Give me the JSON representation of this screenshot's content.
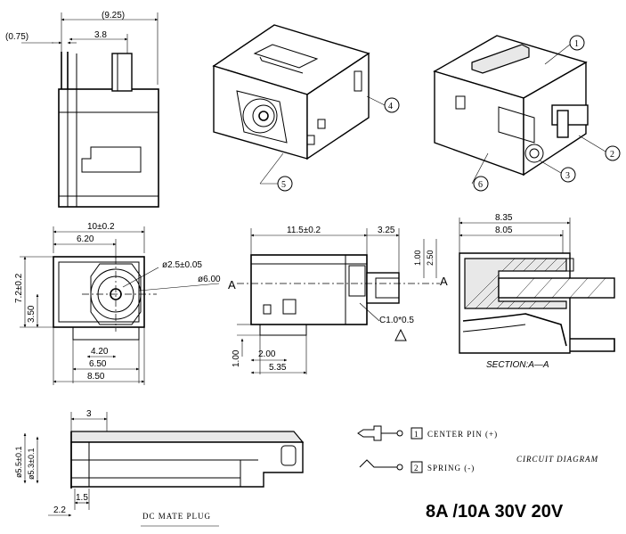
{
  "side_view": {
    "dim_overall": "(9.25)",
    "dim_offset": "(0.75)",
    "dim_pin": "3.8"
  },
  "front_view": {
    "dim_width": "10±0.2",
    "dim_center_x": "6.20",
    "dim_height": "7.2±0.2",
    "dim_center_y": "3.50",
    "dim_pin_dia": "ø2.5±0.05",
    "dim_bore_dia": "ø6.00",
    "dim_foot_inner": "4.20",
    "dim_foot_mid": "6.50",
    "dim_foot_outer": "8.50"
  },
  "top_view": {
    "dim_length": "11.5±0.2",
    "dim_tab": "3.25",
    "dim_tab_h1": "1.00",
    "dim_tab_h2": "2.50",
    "dim_chamfer": "C1.0*0.5",
    "dim_foot_h": "1.00",
    "dim_foot_pos": "2.00",
    "dim_foot_total": "5.35",
    "section_mark": "A"
  },
  "section_view": {
    "dim_outer": "8.35",
    "dim_inner": "8.05",
    "label": "SECTION:A—A"
  },
  "plug_view": {
    "dim_len": "3",
    "dim_outer_dia": "ø5.5±0.1",
    "dim_inner_dia": "ø5.3±0.1",
    "dim_tip": "1.5",
    "dim_shoulder": "2.2",
    "label": "DC MATE PLUG"
  },
  "isometric": {
    "callouts": [
      "1",
      "2",
      "3",
      "4",
      "5",
      "6"
    ]
  },
  "circuit": {
    "title": "CIRCUIT DIAGRAM",
    "item1_num": "1",
    "item1_label": "CENTER PIN (+)",
    "item2_num": "2",
    "item2_label": "SPRING (-)"
  },
  "rating": "8A /10A 30V 20V"
}
